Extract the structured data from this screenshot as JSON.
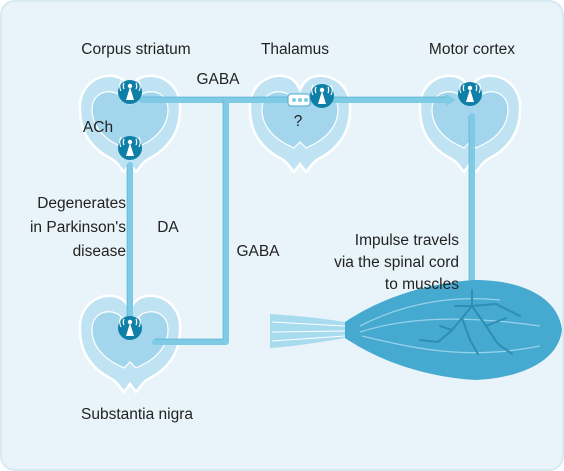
{
  "labels": {
    "corpus_striatum": "Corpus striatum",
    "thalamus": "Thalamus",
    "motor_cortex": "Motor cortex",
    "substantia_nigra": "Substantia nigra",
    "gaba_top": "GABA",
    "gaba_side": "GABA",
    "ach": "ACh",
    "da": "DA",
    "question": "?",
    "degenerates_lines": [
      "Degenerates",
      "in Parkinson's",
      "disease"
    ],
    "impulse_lines": [
      "Impulse travels",
      "via the spinal cord",
      "to muscles"
    ]
  },
  "colors": {
    "background": "#e9f4fa",
    "brain_fill": "#bfe3f2",
    "brain_stroke": "#ffffff",
    "grey_matter": "#a3d6ec",
    "pathway": "#7fcbe6",
    "pathway_edge": "#4aa8cc",
    "neuron_dark": "#0f7fa8",
    "neuron_light": "#ffffff",
    "muscle": "#45a9d0",
    "muscle_light": "#a9dbef",
    "frame": "#d8e9f2"
  },
  "icons": {
    "neuron": "neuron-cell-icon",
    "synapse": "synapse-icon",
    "muscle": "muscle-icon"
  }
}
